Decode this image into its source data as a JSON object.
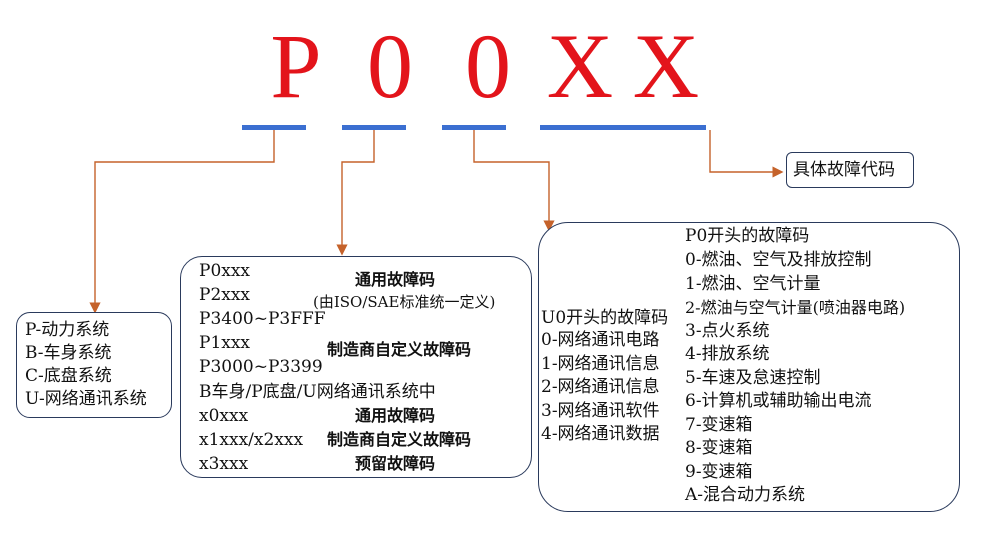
{
  "code": {
    "chars": [
      "P",
      "0",
      "0",
      "X",
      "X"
    ]
  },
  "specific_box": {
    "label": "具体故障代码"
  },
  "system_box": {
    "lines": [
      "P-动力系统",
      "B-车身系统",
      "C-底盘系统",
      "U-网络通讯系统"
    ]
  },
  "middle_box": {
    "left": [
      "P0xxx",
      "P2xxx",
      "P3400~P3FFF",
      "P1xxx",
      "P3000~P3399"
    ],
    "generic_title": "通用故障码",
    "generic_sub": "(由ISO/SAE标准统一定义)",
    "manufacturer": "制造商自定义故障码",
    "bpu_line": "B车身/P底盘/U网络通讯系统中",
    "x0": "x0xxx",
    "x0_label": "通用故障码",
    "x12": "x1xxx/x2xxx",
    "x12_label": "制造商自定义故障码",
    "x3": "x3xxx",
    "x3_label": "预留故障码"
  },
  "right_box": {
    "u_title": "U0开头的故障码",
    "u_items": [
      "0-网络通讯电路",
      "1-网络通讯信息",
      "2-网络通讯信息",
      "3-网络通讯软件",
      "4-网络通讯数据"
    ],
    "p_title": "P0开头的故障码",
    "p_items": [
      "0-燃油、空气及排放控制",
      "1-燃油、空气计量",
      "2-燃油与空气计量(喷油器电路)",
      "3-点火系统",
      "4-排放系统",
      "5-车速及怠速控制",
      "6-计算机或辅助输出电流",
      "7-变速箱",
      "8-变速箱",
      "9-变速箱",
      "A-混合动力系统"
    ]
  },
  "colors": {
    "code_red": "#e3141b",
    "underline_blue": "#3b6fd1",
    "connector_orange": "#c5622a",
    "box_border": "#2a3a5c"
  }
}
